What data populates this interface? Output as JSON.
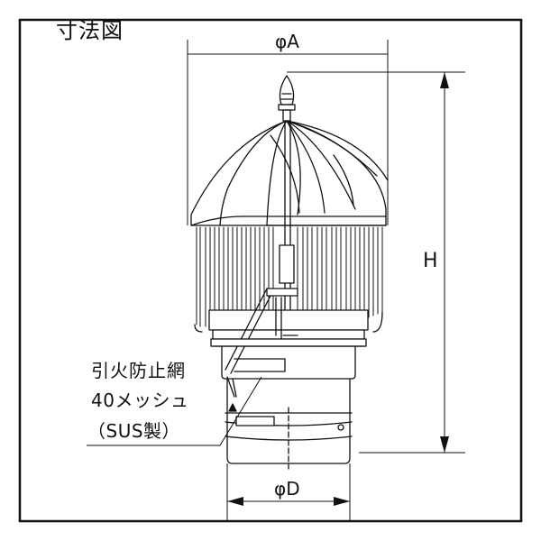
{
  "title": "寸法図",
  "dimensions": {
    "top_diameter": "φA",
    "height": "H",
    "bottom_diameter": "φD"
  },
  "note": {
    "line1": "引火防止網",
    "line2": "40メッシュ",
    "line3": "（SUS製）"
  },
  "colors": {
    "line": "#111111",
    "background": "#ffffff"
  }
}
